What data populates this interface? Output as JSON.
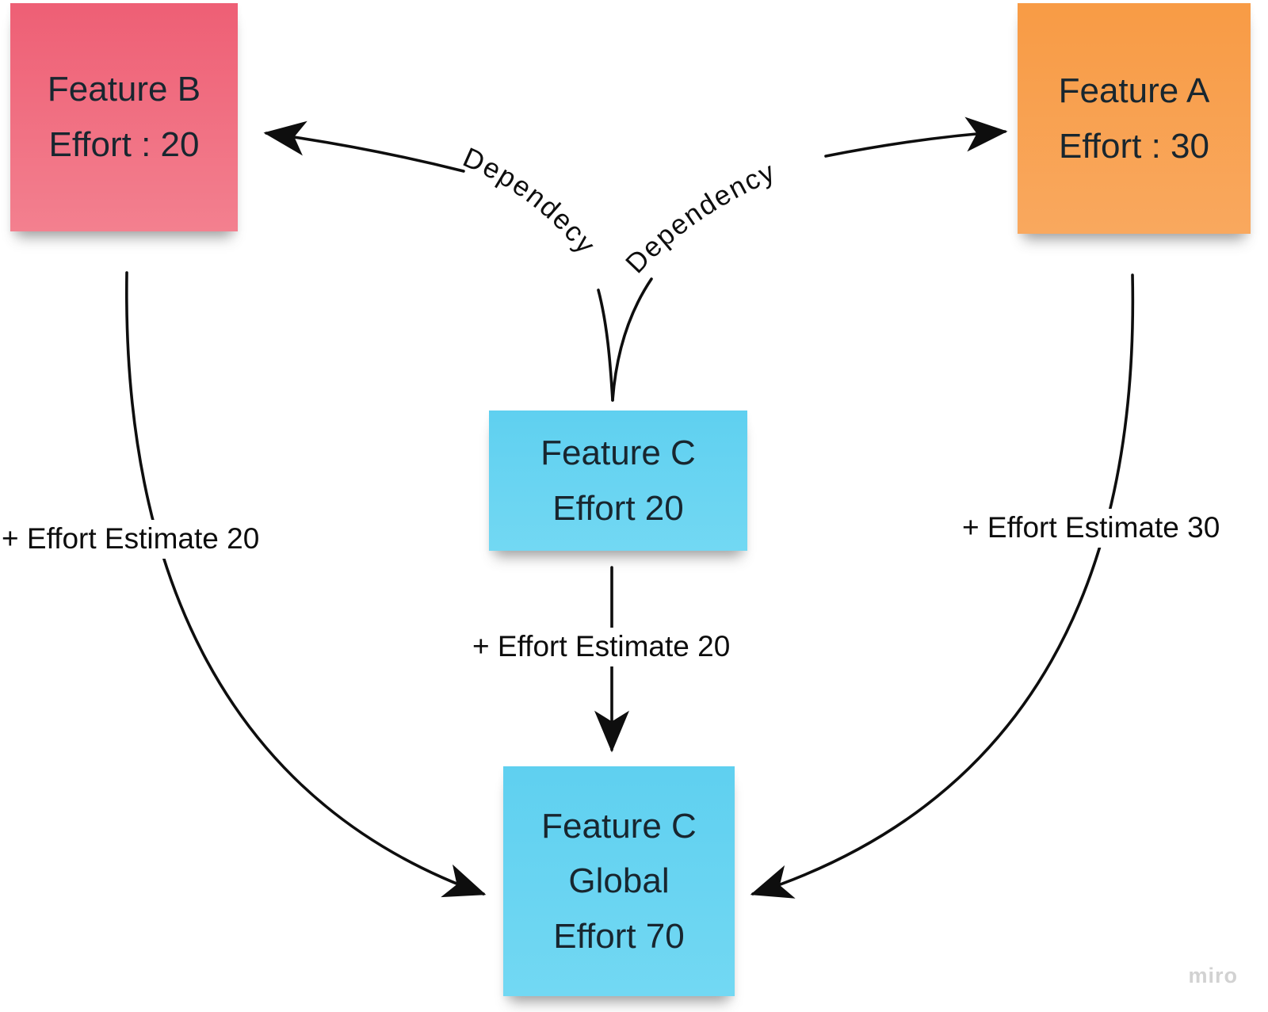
{
  "board": {
    "background": "#ffffff",
    "tool": "miro-board-diagram"
  },
  "notes": {
    "feature_b": {
      "line1": "Feature B",
      "line2": "Effort : 20",
      "color": "#f0697e"
    },
    "feature_a": {
      "line1": "Feature A",
      "line2": "Effort : 30",
      "color": "#f99f4c"
    },
    "feature_c": {
      "line1": "Feature C",
      "line2": "Effort 20",
      "color": "#63d2f2"
    },
    "feature_c_global": {
      "line1": "Feature C",
      "line2": "Global",
      "line3": "Effort 70",
      "color": "#63d2f2"
    }
  },
  "connectors": {
    "dependency_to_b": {
      "label": "Dependecy"
    },
    "dependency_to_a": {
      "label": "Dependency"
    },
    "effort_b_to_global": {
      "label": "+ Effort Estimate 20"
    },
    "effort_a_to_global": {
      "label": "+ Effort Estimate 30"
    },
    "effort_c_to_global": {
      "label": "+ Effort Estimate 20"
    }
  },
  "watermark": {
    "label": "miro",
    "color": "#d2d2d2"
  },
  "colors": {
    "arrow": "#0e0e0e",
    "note_text": "#18262f",
    "label_text": "#0d0d0d"
  }
}
